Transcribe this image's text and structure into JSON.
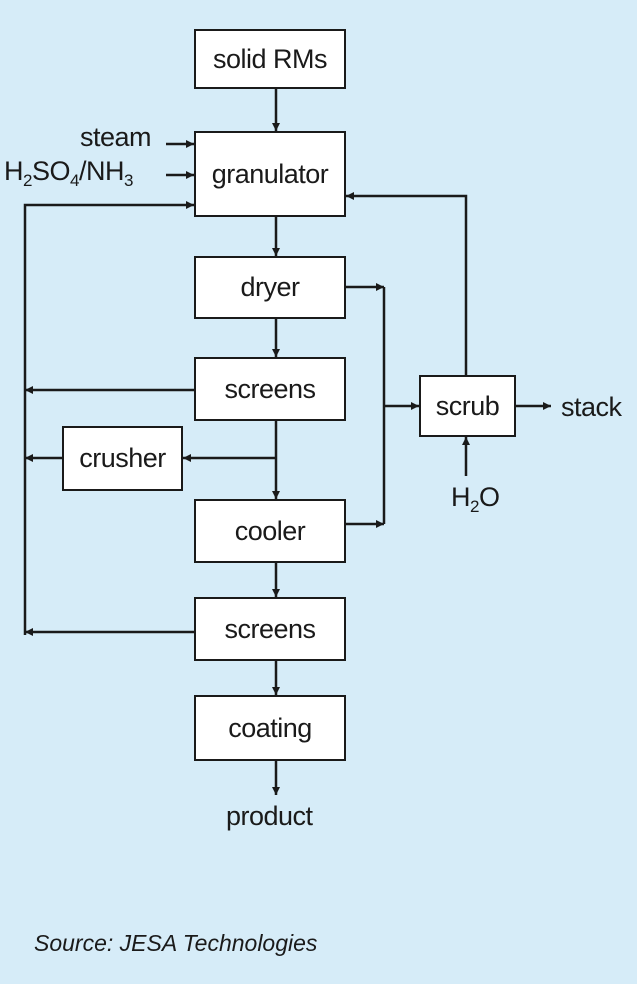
{
  "nodes": {
    "solid_rms": "solid RMs",
    "granulator": "granulator",
    "dryer": "dryer",
    "screens_1": "screens",
    "crusher": "crusher",
    "cooler": "cooler",
    "screens_2": "screens",
    "coating": "coating",
    "scrub": "scrub"
  },
  "labels": {
    "steam": "steam",
    "h2so4": {
      "h": "H",
      "s2": "2",
      "so": "SO",
      "s4": "4",
      "nh": "/NH",
      "s3": "3"
    },
    "h2o": {
      "h": "H",
      "s2": "2",
      "o": "O"
    },
    "stack": "stack",
    "product": "product"
  },
  "source": "Source: JESA Technologies",
  "colors": {
    "background": "#d6ecf8",
    "stroke": "#1a1a1a",
    "box_fill": "#ffffff"
  }
}
